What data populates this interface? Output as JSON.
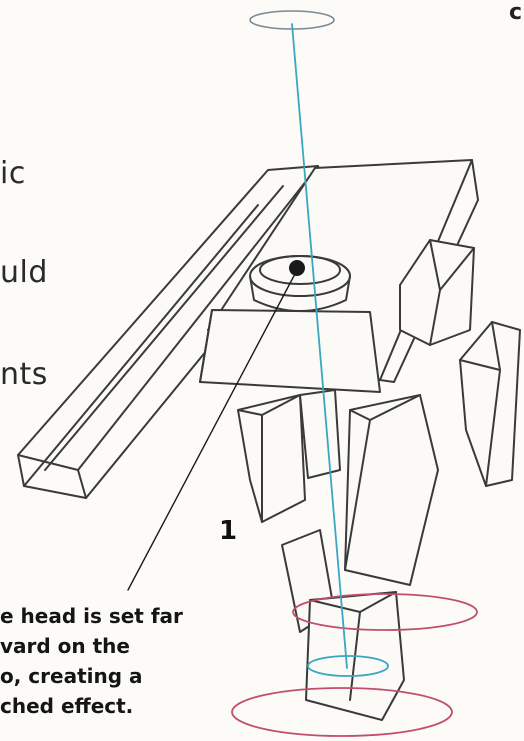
{
  "body_fragments": [
    "ic",
    "uld",
    "nts"
  ],
  "top_right_fragment": "c",
  "step_number": "1",
  "caption_lines": [
    "e head is set far",
    "vard on the",
    "o, creating a",
    "ched effect."
  ],
  "colors": {
    "sketch": "#3a3a3a",
    "balance_line": "#3aa6c2",
    "ellipse_top": "#7a8a95",
    "ellipse_ground": "#c0506a",
    "ellipse_mid": "#3aa6c2"
  }
}
